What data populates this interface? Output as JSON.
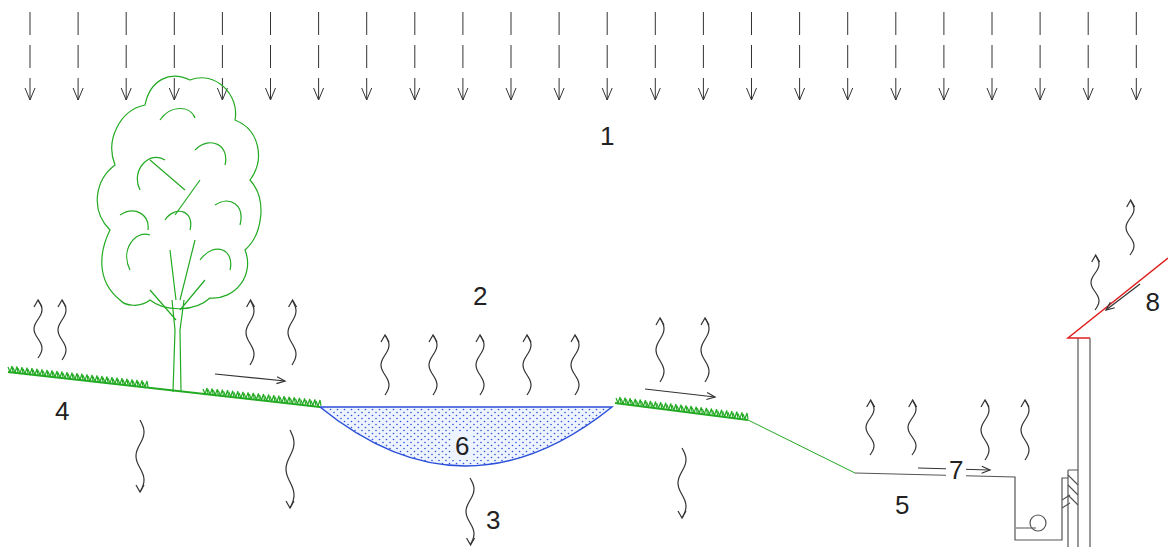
{
  "diagram": {
    "labels": [
      "1",
      "2",
      "8",
      "4",
      "6",
      "3",
      "7",
      "5"
    ]
  }
}
